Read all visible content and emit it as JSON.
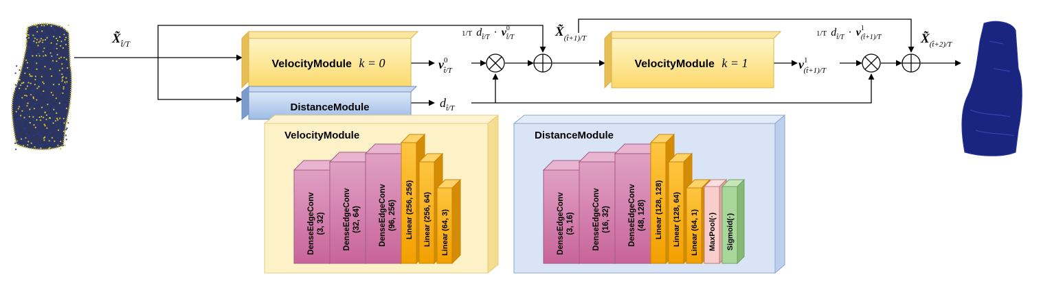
{
  "top": {
    "input_label": "X̃",
    "input_sub": "t̂/T",
    "velocity0_label": "VelocityModule",
    "velocity0_k": "k = 0",
    "distance_label": "DistanceModule",
    "v0_label": "v",
    "v0_sup": "0",
    "v0_sub": "t̂/T",
    "d_label": "d",
    "d_sub": "t̂/T",
    "skip0_frac": "1/T",
    "skip0_d": "d",
    "skip0_dsub": "t̂/T",
    "skip0_dot": "·",
    "skip0_v": "v",
    "skip0_vsup": "0",
    "skip0_vsub": "t̂/T",
    "mid_label": "X̃",
    "mid_sub": "(t̂+1)/T",
    "velocity1_label": "VelocityModule",
    "velocity1_k": "k = 1",
    "v1_label": "v",
    "v1_sup": "1",
    "v1_sub": "(t̂+1)/T",
    "skip1_frac": "1/T",
    "skip1_d": "d",
    "skip1_dsub": "t̂/T",
    "skip1_dot": "·",
    "skip1_v": "v",
    "skip1_vsup": "1",
    "skip1_vsub": "(t̂+1)/T",
    "out_label": "X̃",
    "out_sub": "(t̂+2)/T",
    "otimes": "⊗",
    "oplus": "⊕"
  },
  "velocity_detail": {
    "title": "VelocityModule",
    "layers": [
      {
        "name": "DenseEdgeConv",
        "dims": "(3, 32)",
        "kind": "conv"
      },
      {
        "name": "DenseEdgeConv",
        "dims": "(32, 64)",
        "kind": "conv"
      },
      {
        "name": "DenseEdgeConv",
        "dims": "(96, 256)",
        "kind": "conv"
      },
      {
        "name": "Linear",
        "dims": "(256, 256)",
        "kind": "linear"
      },
      {
        "name": "Linear",
        "dims": "(256, 64)",
        "kind": "linear"
      },
      {
        "name": "Linear",
        "dims": "(64, 3)",
        "kind": "linear"
      }
    ]
  },
  "distance_detail": {
    "title": "DistanceModule",
    "layers": [
      {
        "name": "DenseEdgeConv",
        "dims": "(3, 16)",
        "kind": "conv"
      },
      {
        "name": "DenseEdgeConv",
        "dims": "(16, 32)",
        "kind": "conv"
      },
      {
        "name": "DenseEdgeConv",
        "dims": "(48, 128)",
        "kind": "conv"
      },
      {
        "name": "Linear",
        "dims": "(128, 128)",
        "kind": "linear"
      },
      {
        "name": "Linear",
        "dims": "(128, 64)",
        "kind": "linear"
      },
      {
        "name": "Linear",
        "dims": "(64, 1)",
        "kind": "linear"
      },
      {
        "name": "MaxPool(·)",
        "dims": "",
        "kind": "pool"
      },
      {
        "name": "Sigmoid(·)",
        "dims": "",
        "kind": "sigmoid"
      }
    ]
  },
  "colors": {
    "velocity_front": "#fde08a",
    "velocity_side": "#e6be55",
    "distance_front": "#b8cdec",
    "distance_side": "#7c9ccc",
    "conv_front": "#d07aa7",
    "conv_side": "#b5668f",
    "linear_front": "#f5ad0f",
    "linear_side": "#d4900a",
    "pool_front": "#f8cecc",
    "sigmoid_front": "#a9d69a",
    "panel_velocity": "#fdf1c8",
    "panel_distance": "#d9e5f6",
    "pointcloud_noisy": "#c8b830",
    "pointcloud_clean": "#1a2580"
  }
}
